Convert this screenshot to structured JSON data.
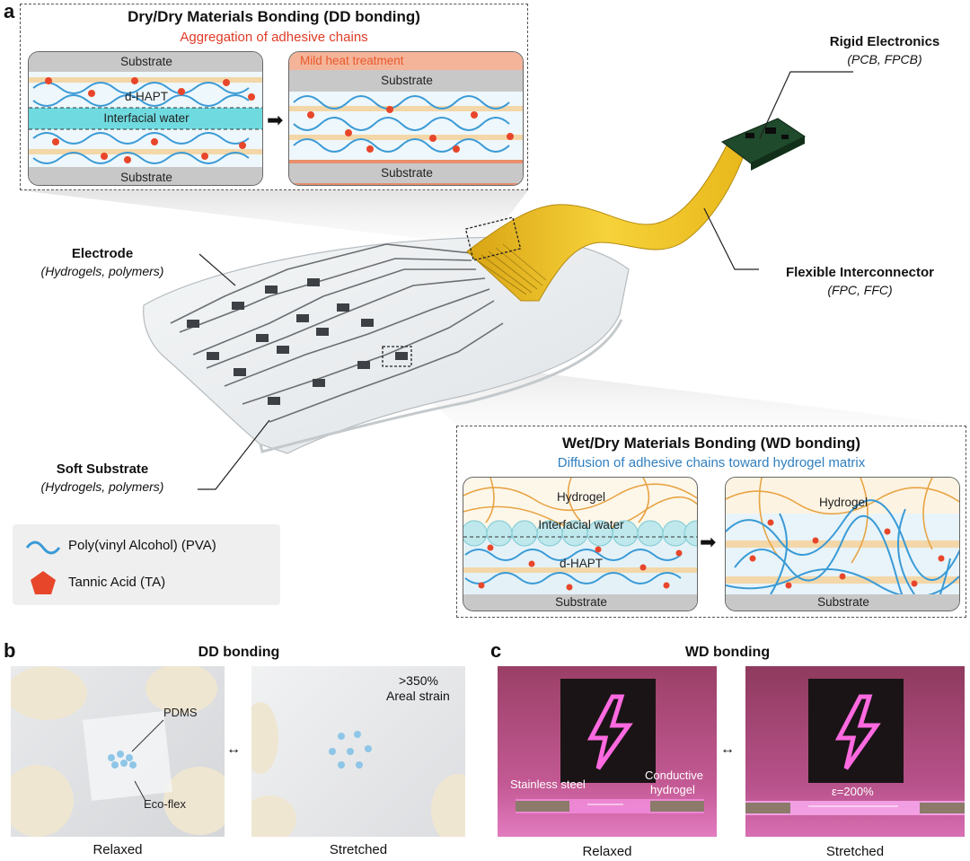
{
  "panel_a": {
    "letter": "a",
    "dd_box": {
      "title": "Dry/Dry Materials Bonding (DD bonding)",
      "subtitle": "Aggregation of adhesive chains",
      "left_pane": {
        "substrate_top": "Substrate",
        "dhapt": "d-HAPT",
        "interfacial_water": "Interfacial water",
        "substrate_bottom": "Substrate"
      },
      "right_pane": {
        "heat": "Mild heat treatment",
        "substrate_top": "Substrate",
        "substrate_bottom": "Substrate"
      }
    },
    "rigid_electronics": {
      "title": "Rigid Electronics",
      "subtitle": "(PCB, FPCB)"
    },
    "electrode": {
      "title": "Electrode",
      "subtitle": "(Hydrogels, polymers)"
    },
    "flexible_interconnector": {
      "title": "Flexible Interconnector",
      "subtitle": "(FPC, FFC)"
    },
    "soft_substrate": {
      "title": "Soft Substrate",
      "subtitle": "(Hydrogels, polymers)"
    },
    "legend": {
      "pva": "Poly(vinyl Alcohol) (PVA)",
      "ta": "Tannic Acid (TA)"
    },
    "wd_box": {
      "title": "Wet/Dry Materials Bonding (WD bonding)",
      "subtitle": "Diffusion of adhesive chains toward hydrogel matrix",
      "left_pane": {
        "hydrogel": "Hydrogel",
        "interfacial_water": "Interfacial water",
        "dhapt": "d-HAPT",
        "substrate": "Substrate"
      },
      "right_pane": {
        "hydrogel": "Hydrogel",
        "substrate": "Substrate"
      }
    }
  },
  "panel_b": {
    "letter": "b",
    "title": "DD bonding",
    "pdms": "PDMS",
    "ecoflex": "Eco-flex",
    "strain_line1": ">350%",
    "strain_line2": "Areal strain",
    "relaxed": "Relaxed",
    "stretched": "Stretched"
  },
  "panel_c": {
    "letter": "c",
    "title": "WD bonding",
    "stainless": "Stainless steel",
    "conductive_line1": "Conductive",
    "conductive_line2": "hydrogel",
    "strain": "ε=200%",
    "relaxed": "Relaxed",
    "stretched": "Stretched"
  },
  "colors": {
    "pva_blue": "#3a9ad6",
    "ta_red": "#e8462a",
    "hydrogel_orange": "#e8a444",
    "water_cyan": "#5fd3d6",
    "substrate_gray": "#b8b8b8",
    "neon_pink": "#ff4fd8",
    "fpc_yellow": "#f0c21c"
  }
}
